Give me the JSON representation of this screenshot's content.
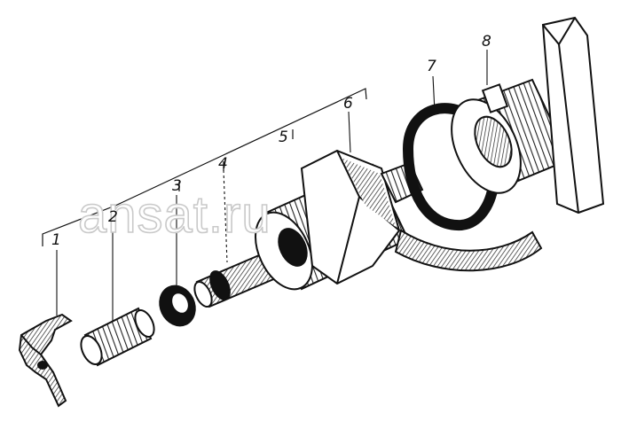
{
  "diagram": {
    "part_labels": [
      {
        "number": "1"
      },
      {
        "number": "2"
      },
      {
        "number": "3"
      },
      {
        "number": "4"
      },
      {
        "number": "5"
      },
      {
        "number": "6"
      },
      {
        "number": "7"
      },
      {
        "number": "8"
      }
    ],
    "watermark": "ansat.ru",
    "ink_color": "#111111",
    "paper_color": "#ffffff"
  }
}
